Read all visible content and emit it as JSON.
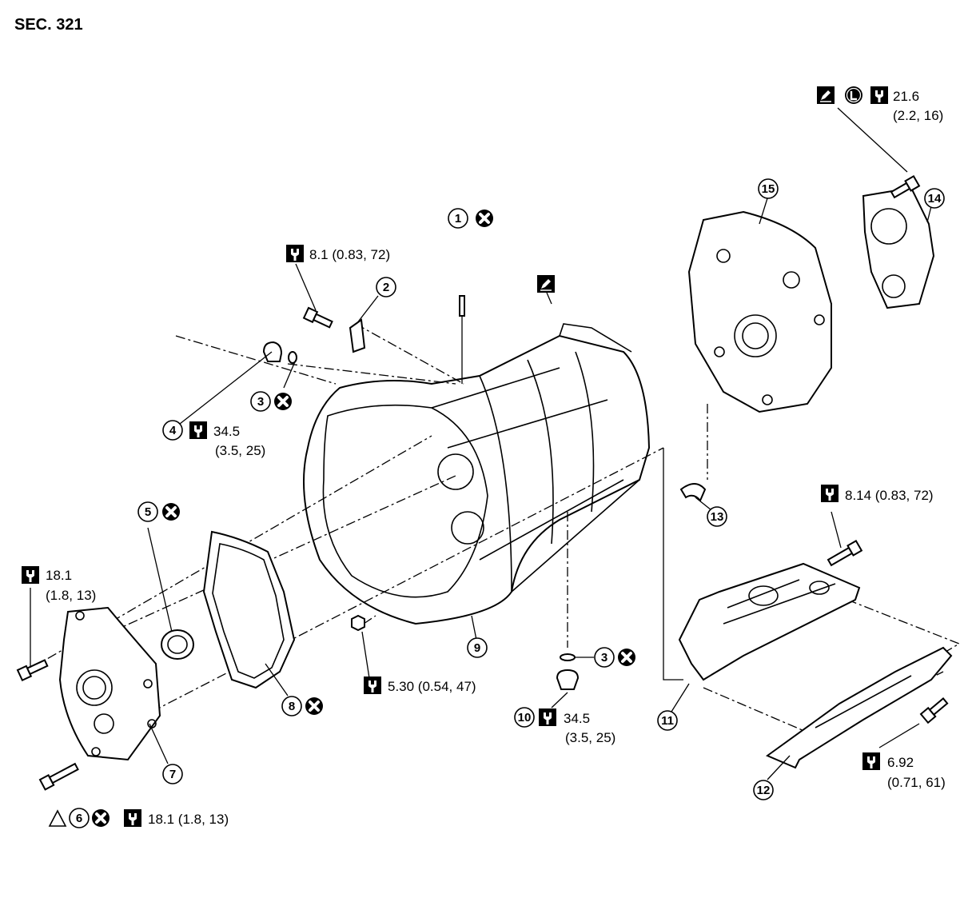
{
  "section_title": "SEC. 321",
  "part_numbers": [
    "1",
    "2",
    "3",
    "3",
    "4",
    "5",
    "6",
    "7",
    "8",
    "9",
    "10",
    "11",
    "12",
    "13",
    "14",
    "15"
  ],
  "torque_specs": {
    "p14_bolt_nm": "21.6",
    "p14_bolt_kgm_ftlb": "(2.2, 16)",
    "p2_bolt": "8.1 (0.83, 72)",
    "p4_plug_nm": "34.5",
    "p4_plug_kgm_ftlb": "(3.5, 25)",
    "p7_bolt_nm": "18.1",
    "p7_bolt_kgm_ftlb": "(1.8, 13)",
    "p9_nut": "5.30 (0.54, 47)",
    "p10_plug_nm": "34.5",
    "p10_plug_kgm_ftlb": "(3.5, 25)",
    "p11_bolt": "8.14 (0.83, 72)",
    "p12_bolt_nm": "6.92",
    "p12_bolt_kgm_ftlb": "(0.71, 61)",
    "p6_bolt": "18.1 (1.8, 13)"
  },
  "symbol_legend_names": [
    "torque-wrench-icon",
    "do-not-reuse-icon",
    "sealant-icon",
    "locking-sealant-icon",
    "triangle-note-icon"
  ],
  "colors": {
    "line": "#000000",
    "background": "#ffffff"
  }
}
